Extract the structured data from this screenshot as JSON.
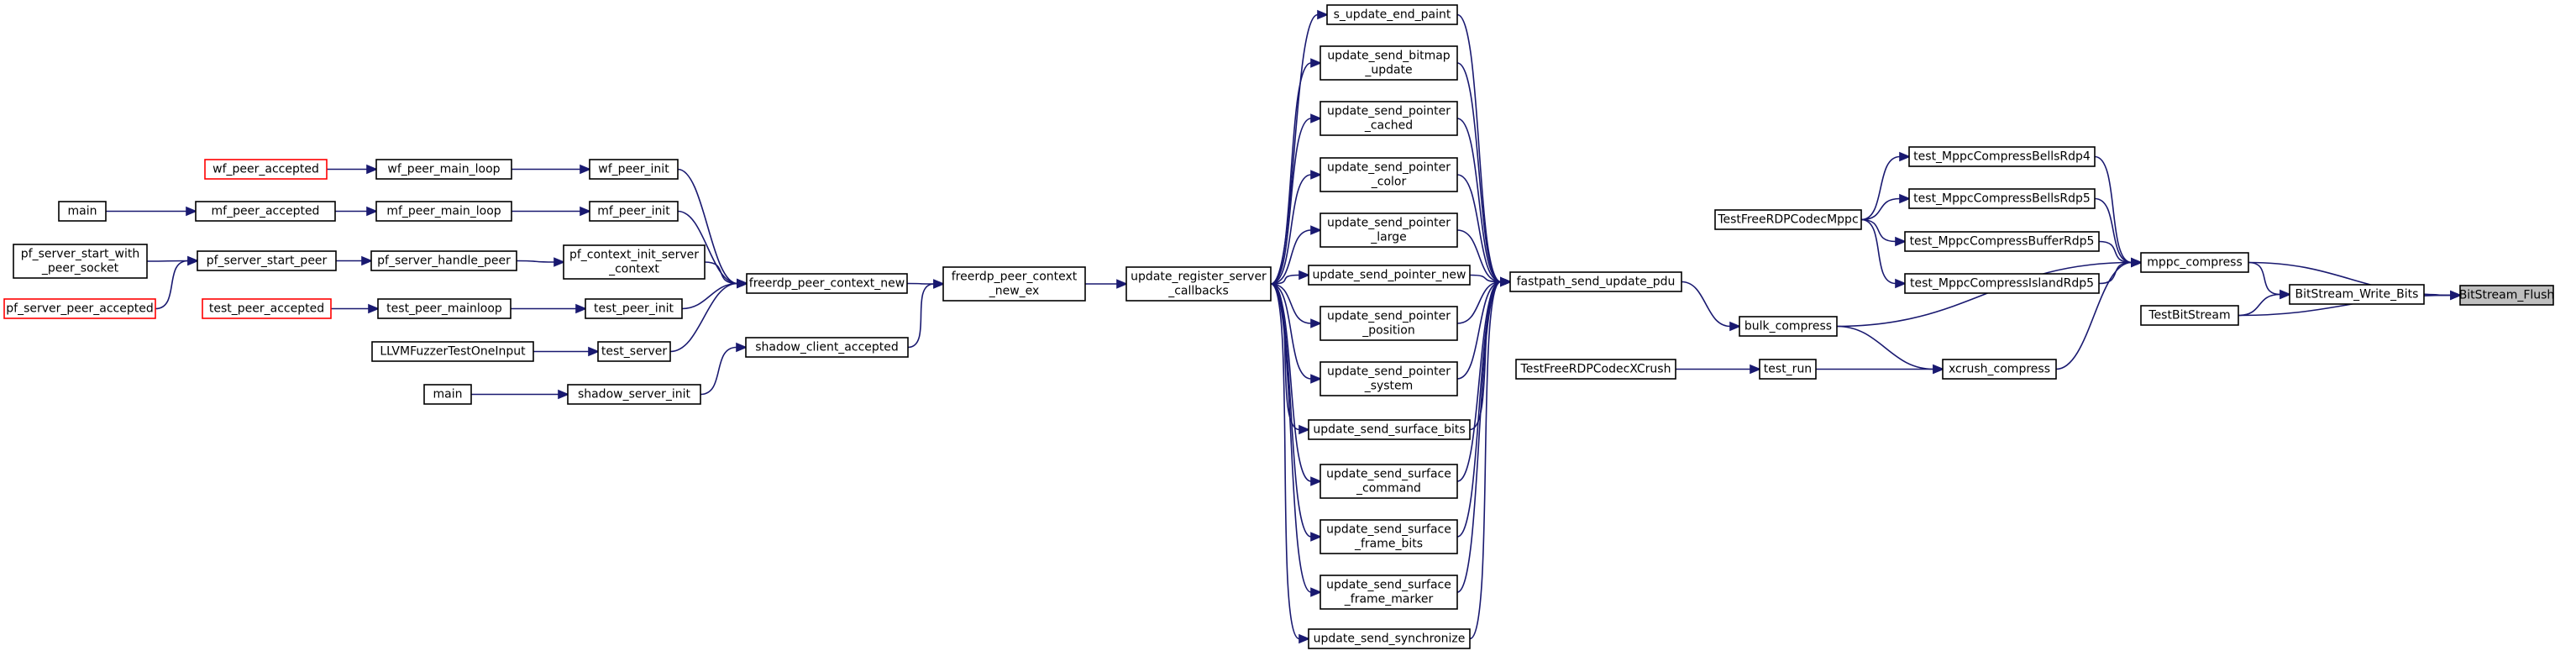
{
  "graph": {
    "nodes": {
      "bitstream_flush": [
        "BitStream_Flush"
      ],
      "bitstream_write_bits": [
        "BitStream_Write_Bits"
      ],
      "testbitstream": [
        "TestBitStream"
      ],
      "mppc_compress": [
        "mppc_compress"
      ],
      "xcrush_compress": [
        "xcrush_compress"
      ],
      "test_mppccompressbellsrdp4": [
        "test_MppcCompressBellsRdp4"
      ],
      "test_mppccompressbellsrdp5": [
        "test_MppcCompressBellsRdp5"
      ],
      "test_mppccompressbufferrdp5": [
        "test_MppcCompressBufferRdp5"
      ],
      "test_mppccompressislandrdp5": [
        "test_MppcCompressIslandRdp5"
      ],
      "testfreerdpcodecmppc": [
        "TestFreeRDPCodecMppc"
      ],
      "bulk_compress": [
        "bulk_compress"
      ],
      "test_run": [
        "test_run"
      ],
      "testfreerdpcodecxcrush": [
        "TestFreeRDPCodecXCrush"
      ],
      "fastpath_send_update_pdu": [
        "fastpath_send_update_pdu"
      ],
      "s_update_end_paint": [
        "s_update_end_paint"
      ],
      "update_send_bitmap_update": [
        "update_send_bitmap",
        "_update"
      ],
      "update_send_pointer_cached": [
        "update_send_pointer",
        "_cached"
      ],
      "update_send_pointer_color": [
        "update_send_pointer",
        "_color"
      ],
      "update_send_pointer_large": [
        "update_send_pointer",
        "_large"
      ],
      "update_send_pointer_new": [
        "update_send_pointer_new"
      ],
      "update_send_pointer_position": [
        "update_send_pointer",
        "_position"
      ],
      "update_send_pointer_system": [
        "update_send_pointer",
        "_system"
      ],
      "update_send_surface_bits": [
        "update_send_surface_bits"
      ],
      "update_send_surface_command": [
        "update_send_surface",
        "_command"
      ],
      "update_send_surface_frame_bits": [
        "update_send_surface",
        "_frame_bits"
      ],
      "update_send_surface_frame_marker": [
        "update_send_surface",
        "_frame_marker"
      ],
      "update_send_synchronize": [
        "update_send_synchronize"
      ],
      "update_register_server_callbacks": [
        "update_register_server",
        "_callbacks"
      ],
      "freerdp_peer_context_new_ex": [
        "freerdp_peer_context",
        "_new_ex"
      ],
      "freerdp_peer_context_new": [
        "freerdp_peer_context_new"
      ],
      "shadow_client_accepted": [
        "shadow_client_accepted"
      ],
      "wf_peer_init": [
        "wf_peer_init"
      ],
      "mf_peer_init": [
        "mf_peer_init"
      ],
      "pf_context_init_server_context": [
        "pf_context_init_server",
        "_context"
      ],
      "test_peer_init": [
        "test_peer_init"
      ],
      "test_server": [
        "test_server"
      ],
      "shadow_server_init": [
        "shadow_server_init"
      ],
      "wf_peer_main_loop": [
        "wf_peer_main_loop"
      ],
      "mf_peer_main_loop": [
        "mf_peer_main_loop"
      ],
      "pf_server_handle_peer": [
        "pf_server_handle_peer"
      ],
      "test_peer_mainloop": [
        "test_peer_mainloop"
      ],
      "llvmfuzzertestoneinput": [
        "LLVMFuzzerTestOneInput"
      ],
      "main_shadow": [
        "main"
      ],
      "wf_peer_accepted": [
        "wf_peer_accepted"
      ],
      "mf_peer_accepted": [
        "mf_peer_accepted"
      ],
      "pf_server_start_peer": [
        "pf_server_start_peer"
      ],
      "test_peer_accepted": [
        "test_peer_accepted"
      ],
      "main_mf": [
        "main"
      ],
      "pf_server_start_with_peer_socket": [
        "pf_server_start_with",
        "_peer_socket"
      ],
      "pf_server_peer_accepted": [
        "pf_server_peer_accepted"
      ]
    },
    "highlighted_node": "bitstream_flush",
    "incomplete_nodes": [
      "wf_peer_accepted",
      "pf_server_peer_accepted",
      "test_peer_accepted"
    ],
    "edges": [
      [
        "bitstream_write_bits",
        "bitstream_flush"
      ],
      [
        "mppc_compress",
        "bitstream_flush"
      ],
      [
        "testbitstream",
        "bitstream_flush"
      ],
      [
        "mppc_compress",
        "bitstream_write_bits"
      ],
      [
        "testbitstream",
        "bitstream_write_bits"
      ],
      [
        "xcrush_compress",
        "mppc_compress"
      ],
      [
        "test_mppccompressbellsrdp4",
        "mppc_compress"
      ],
      [
        "test_mppccompressbellsrdp5",
        "mppc_compress"
      ],
      [
        "test_mppccompressbufferrdp5",
        "mppc_compress"
      ],
      [
        "test_mppccompressislandrdp5",
        "mppc_compress"
      ],
      [
        "bulk_compress",
        "mppc_compress"
      ],
      [
        "bulk_compress",
        "xcrush_compress"
      ],
      [
        "test_run",
        "xcrush_compress"
      ],
      [
        "testfreerdpcodecmppc",
        "test_mppccompressbellsrdp4"
      ],
      [
        "testfreerdpcodecmppc",
        "test_mppccompressbellsrdp5"
      ],
      [
        "testfreerdpcodecmppc",
        "test_mppccompressbufferrdp5"
      ],
      [
        "testfreerdpcodecmppc",
        "test_mppccompressislandrdp5"
      ],
      [
        "fastpath_send_update_pdu",
        "bulk_compress"
      ],
      [
        "testfreerdpcodecxcrush",
        "test_run"
      ],
      [
        "s_update_end_paint",
        "fastpath_send_update_pdu"
      ],
      [
        "update_send_bitmap_update",
        "fastpath_send_update_pdu"
      ],
      [
        "update_send_pointer_cached",
        "fastpath_send_update_pdu"
      ],
      [
        "update_send_pointer_color",
        "fastpath_send_update_pdu"
      ],
      [
        "update_send_pointer_large",
        "fastpath_send_update_pdu"
      ],
      [
        "update_send_pointer_new",
        "fastpath_send_update_pdu"
      ],
      [
        "update_send_pointer_position",
        "fastpath_send_update_pdu"
      ],
      [
        "update_send_pointer_system",
        "fastpath_send_update_pdu"
      ],
      [
        "update_send_surface_bits",
        "fastpath_send_update_pdu"
      ],
      [
        "update_send_surface_command",
        "fastpath_send_update_pdu"
      ],
      [
        "update_send_surface_frame_bits",
        "fastpath_send_update_pdu"
      ],
      [
        "update_send_surface_frame_marker",
        "fastpath_send_update_pdu"
      ],
      [
        "update_send_synchronize",
        "fastpath_send_update_pdu"
      ],
      [
        "update_register_server_callbacks",
        "s_update_end_paint"
      ],
      [
        "update_register_server_callbacks",
        "update_send_bitmap_update"
      ],
      [
        "update_register_server_callbacks",
        "update_send_pointer_cached"
      ],
      [
        "update_register_server_callbacks",
        "update_send_pointer_color"
      ],
      [
        "update_register_server_callbacks",
        "update_send_pointer_large"
      ],
      [
        "update_register_server_callbacks",
        "update_send_pointer_new"
      ],
      [
        "update_register_server_callbacks",
        "update_send_pointer_position"
      ],
      [
        "update_register_server_callbacks",
        "update_send_pointer_system"
      ],
      [
        "update_register_server_callbacks",
        "update_send_surface_bits"
      ],
      [
        "update_register_server_callbacks",
        "update_send_surface_command"
      ],
      [
        "update_register_server_callbacks",
        "update_send_surface_frame_bits"
      ],
      [
        "update_register_server_callbacks",
        "update_send_surface_frame_marker"
      ],
      [
        "update_register_server_callbacks",
        "update_send_synchronize"
      ],
      [
        "freerdp_peer_context_new_ex",
        "update_register_server_callbacks"
      ],
      [
        "freerdp_peer_context_new",
        "freerdp_peer_context_new_ex"
      ],
      [
        "shadow_client_accepted",
        "freerdp_peer_context_new_ex"
      ],
      [
        "wf_peer_init",
        "freerdp_peer_context_new"
      ],
      [
        "mf_peer_init",
        "freerdp_peer_context_new"
      ],
      [
        "pf_context_init_server_context",
        "freerdp_peer_context_new"
      ],
      [
        "test_peer_init",
        "freerdp_peer_context_new"
      ],
      [
        "test_server",
        "freerdp_peer_context_new"
      ],
      [
        "shadow_server_init",
        "shadow_client_accepted"
      ],
      [
        "wf_peer_main_loop",
        "wf_peer_init"
      ],
      [
        "mf_peer_main_loop",
        "mf_peer_init"
      ],
      [
        "pf_server_handle_peer",
        "pf_context_init_server_context"
      ],
      [
        "test_peer_mainloop",
        "test_peer_init"
      ],
      [
        "llvmfuzzertestoneinput",
        "test_server"
      ],
      [
        "main_shadow",
        "shadow_server_init"
      ],
      [
        "wf_peer_accepted",
        "wf_peer_main_loop"
      ],
      [
        "mf_peer_accepted",
        "mf_peer_main_loop"
      ],
      [
        "pf_server_start_peer",
        "pf_server_handle_peer"
      ],
      [
        "test_peer_accepted",
        "test_peer_mainloop"
      ],
      [
        "main_mf",
        "mf_peer_accepted"
      ],
      [
        "pf_server_start_with_peer_socket",
        "pf_server_start_peer"
      ],
      [
        "pf_server_peer_accepted",
        "pf_server_start_peer"
      ]
    ]
  }
}
